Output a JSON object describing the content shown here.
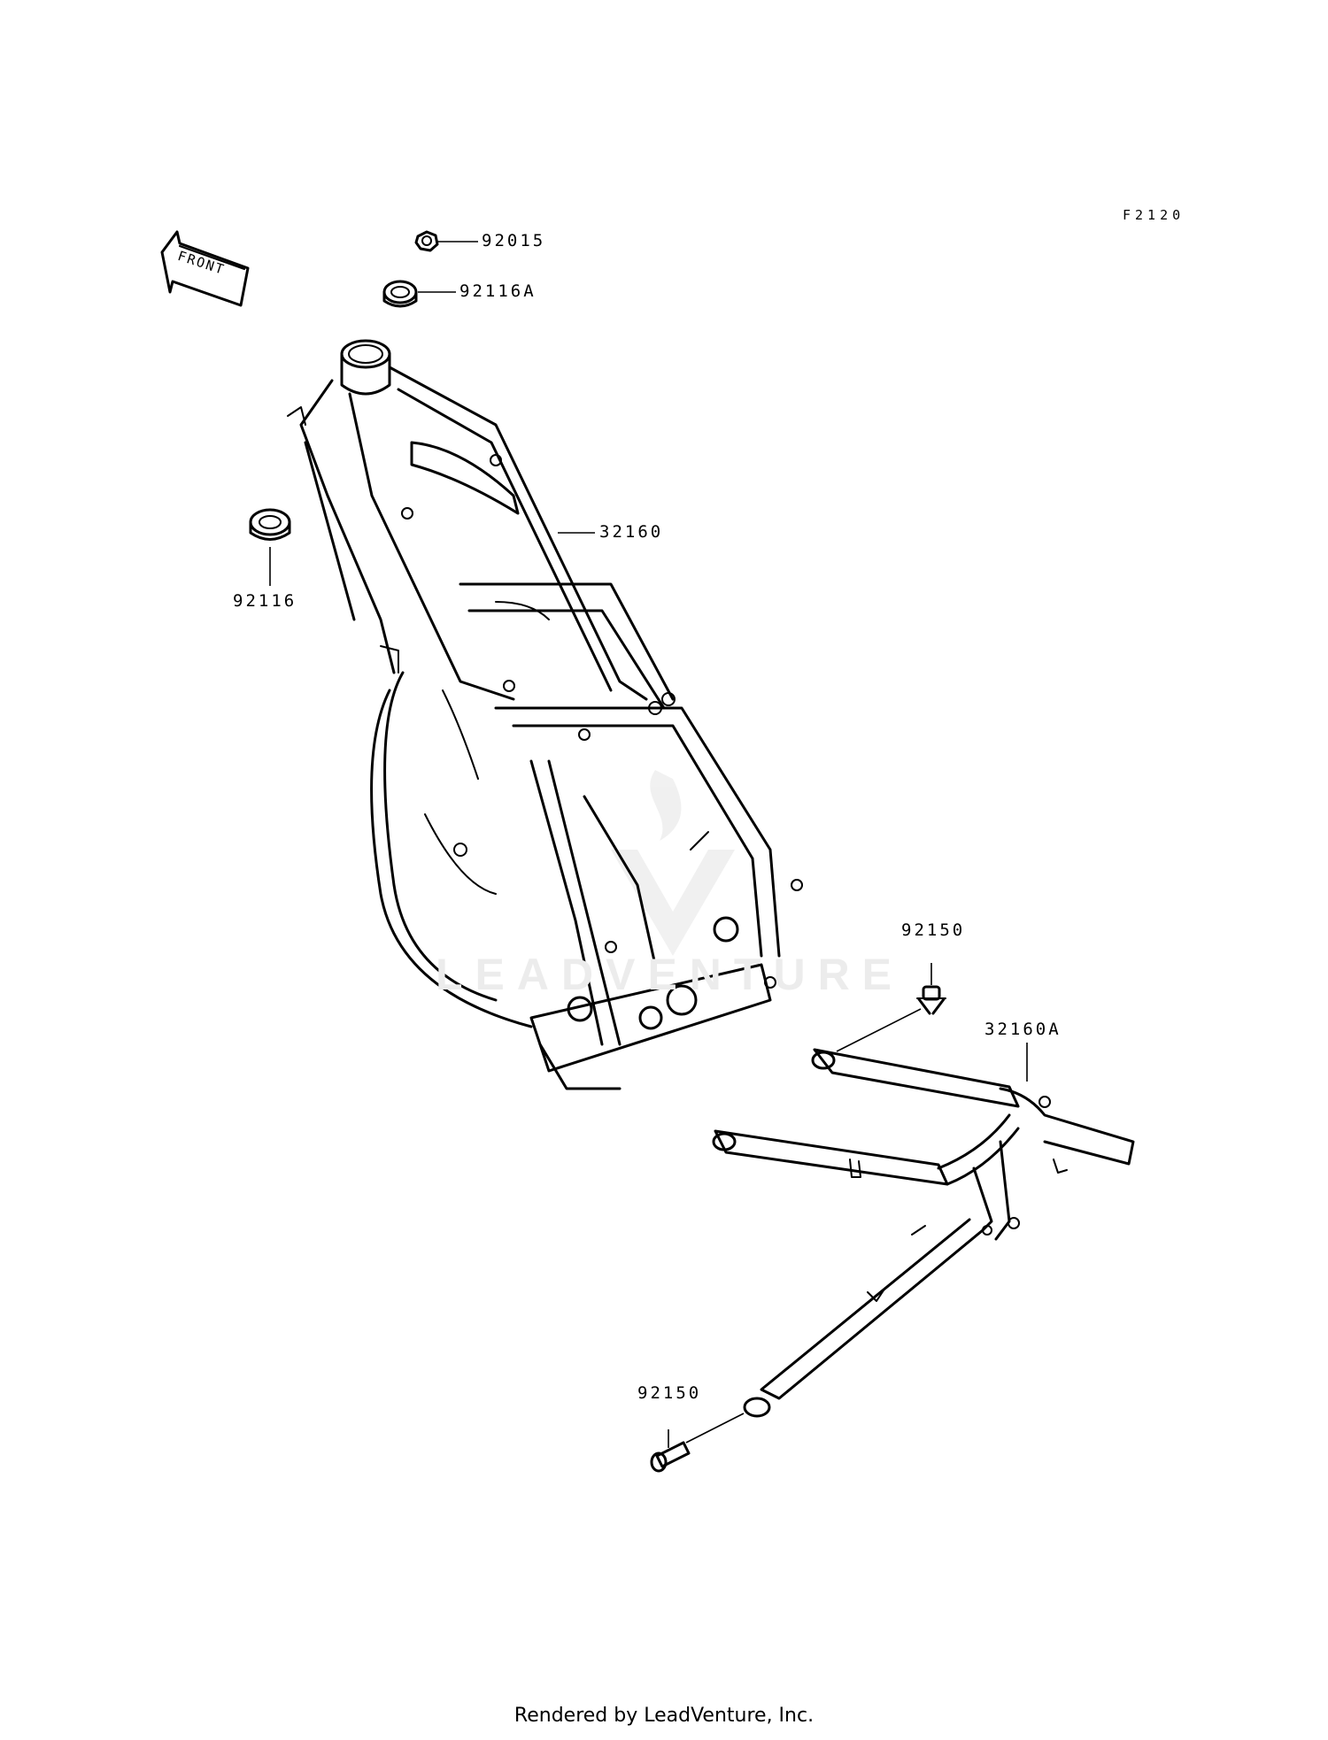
{
  "figure_code": "F2120",
  "front_arrow": {
    "text": "FRONT"
  },
  "callouts": [
    {
      "id": "c92015",
      "part": "92015"
    },
    {
      "id": "c92116A",
      "part": "92116A"
    },
    {
      "id": "c92116",
      "part": "92116"
    },
    {
      "id": "c32160",
      "part": "32160"
    },
    {
      "id": "c92150a",
      "part": "92150"
    },
    {
      "id": "c32160A",
      "part": "32160A"
    },
    {
      "id": "c92150b",
      "part": "92150"
    }
  ],
  "watermark": "LEADVENTURE",
  "footer": "Rendered by LeadVenture, Inc."
}
